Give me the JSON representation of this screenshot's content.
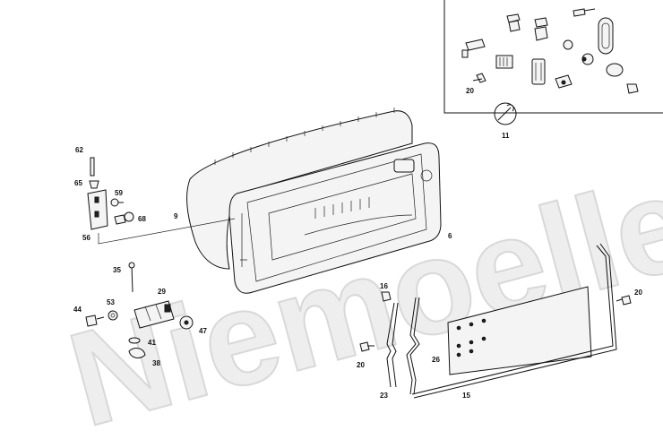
{
  "watermark": {
    "text": "Niemoeller"
  },
  "callouts": {
    "c62": "62",
    "c65": "65",
    "c59": "59",
    "c68": "68",
    "c9": "9",
    "c56": "56",
    "c35": "35",
    "c29": "29",
    "c53": "53",
    "c44": "44",
    "c47": "47",
    "c41": "41",
    "c38": "38",
    "c6": "6",
    "c11": "11",
    "c20_inset": "20",
    "c16": "16",
    "c20_mid": "20",
    "c23": "23",
    "c26": "26",
    "c15": "15",
    "c20_right": "20"
  },
  "icons": {
    "tool_icon": "wrench-icon"
  }
}
